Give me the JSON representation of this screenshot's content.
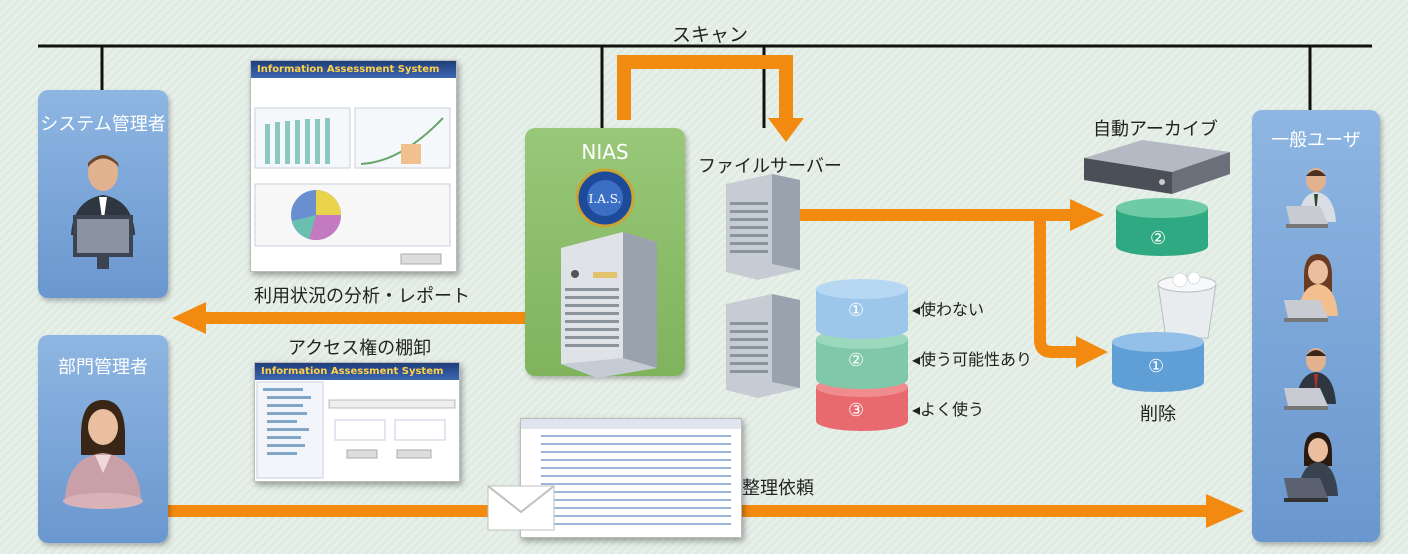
{
  "scan_label": "スキャン",
  "sys_admin": {
    "title": "システム管理者"
  },
  "dept_admin": {
    "title": "部門管理者"
  },
  "general_users": {
    "title": "一般ユーザ"
  },
  "nias": {
    "title": "NIAS",
    "logo_text": "I.A.S."
  },
  "file_server_label": "ファイルサーバー",
  "auto_archive_label": "自動アーカイブ",
  "delete_label": "削除",
  "analysis_label": "利用状況の分析・レポート",
  "access_label": "アクセス権の棚卸",
  "request_label": "整理依頼",
  "report_window_title": "Information Assessment System",
  "access_window_title": "Information Assessment System",
  "cylinders": {
    "c1": "①",
    "c2": "②",
    "c3": "③",
    "archive": "②",
    "trash": "①"
  },
  "usage_labels": {
    "unused": "◂使わない",
    "maybe": "◂使う可能性あり",
    "often": "◂よく使う"
  },
  "colors": {
    "orange": "#f28a0f",
    "blue_box": "#7aa6da",
    "nias_green": "#8ec06a"
  }
}
